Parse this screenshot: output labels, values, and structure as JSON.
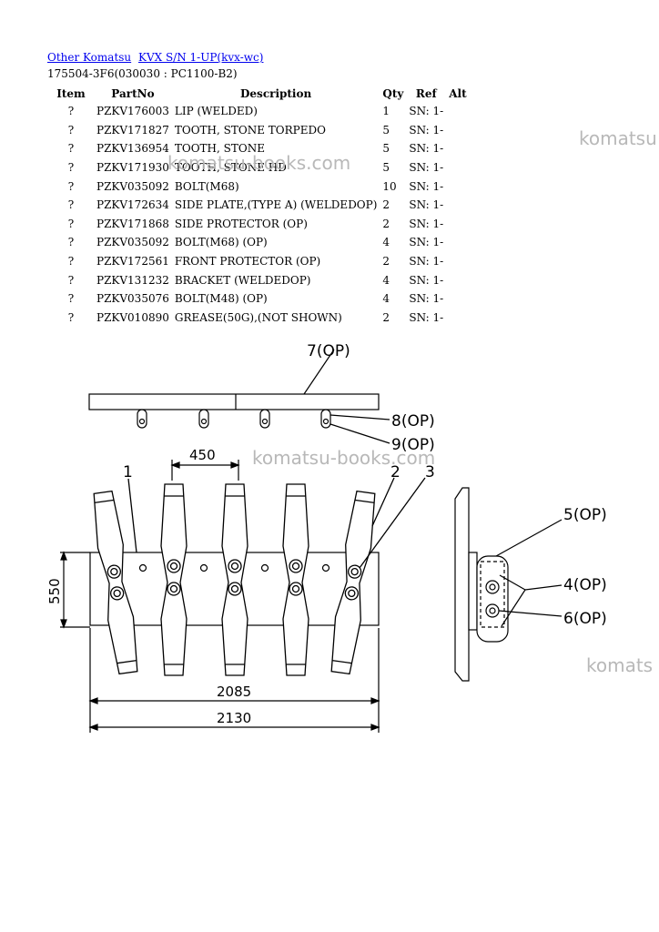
{
  "breadcrumb": {
    "link1": "Other Komatsu",
    "link2": "KVX S/N 1-UP(kvx-wc)"
  },
  "model_line": "175504-3F6(030030 : PC1100-B2)",
  "table": {
    "headers": {
      "item": "Item",
      "partno": "PartNo",
      "description": "Description",
      "qty": "Qty",
      "ref": "Ref",
      "alt": "Alt"
    },
    "rows": [
      {
        "item": "?",
        "partno": "PZKV176003",
        "description": "LIP (WELDED)",
        "qty": "1",
        "ref": "SN: 1-",
        "alt": ""
      },
      {
        "item": "?",
        "partno": "PZKV171827",
        "description": "TOOTH, STONE TORPEDO",
        "qty": "5",
        "ref": "SN: 1-",
        "alt": ""
      },
      {
        "item": "?",
        "partno": "PZKV136954",
        "description": "TOOTH, STONE",
        "qty": "5",
        "ref": "SN: 1-",
        "alt": ""
      },
      {
        "item": "?",
        "partno": "PZKV171930",
        "description": "TOOTH, STONE HD",
        "qty": "5",
        "ref": "SN: 1-",
        "alt": ""
      },
      {
        "item": "?",
        "partno": "PZKV035092",
        "description": "BOLT(M68)",
        "qty": "10",
        "ref": "SN: 1-",
        "alt": ""
      },
      {
        "item": "?",
        "partno": "PZKV172634",
        "description": "SIDE PLATE,(TYPE A) (WELDEDOP)",
        "qty": "2",
        "ref": "SN: 1-",
        "alt": ""
      },
      {
        "item": "?",
        "partno": "PZKV171868",
        "description": "SIDE PROTECTOR (OP)",
        "qty": "2",
        "ref": "SN: 1-",
        "alt": ""
      },
      {
        "item": "?",
        "partno": "PZKV035092",
        "description": "BOLT(M68) (OP)",
        "qty": "4",
        "ref": "SN: 1-",
        "alt": ""
      },
      {
        "item": "?",
        "partno": "PZKV172561",
        "description": "FRONT PROTECTOR (OP)",
        "qty": "2",
        "ref": "SN: 1-",
        "alt": ""
      },
      {
        "item": "?",
        "partno": "PZKV131232",
        "description": "BRACKET (WELDEDOP)",
        "qty": "4",
        "ref": "SN: 1-",
        "alt": ""
      },
      {
        "item": "?",
        "partno": "PZKV035076",
        "description": "BOLT(M48) (OP)",
        "qty": "4",
        "ref": "SN: 1-",
        "alt": ""
      },
      {
        "item": "?",
        "partno": "PZKV010890",
        "description": "GREASE(50G),(NOT SHOWN)",
        "qty": "2",
        "ref": "SN: 1-",
        "alt": ""
      }
    ]
  },
  "watermarks": [
    "komatsu",
    "komatsu-books.com",
    "komatsu-books.com",
    "komats"
  ],
  "drawing_labels": {
    "l7": "7(OP)",
    "l8": "8(OP)",
    "l9": "9(OP)",
    "d450": "450",
    "l1": "1",
    "l2": "2",
    "l3": "3",
    "d550": "550",
    "l5": "5(OP)",
    "l4": "4(OP)",
    "l6": "6(OP)",
    "d2085": "2085",
    "d2130": "2130"
  }
}
